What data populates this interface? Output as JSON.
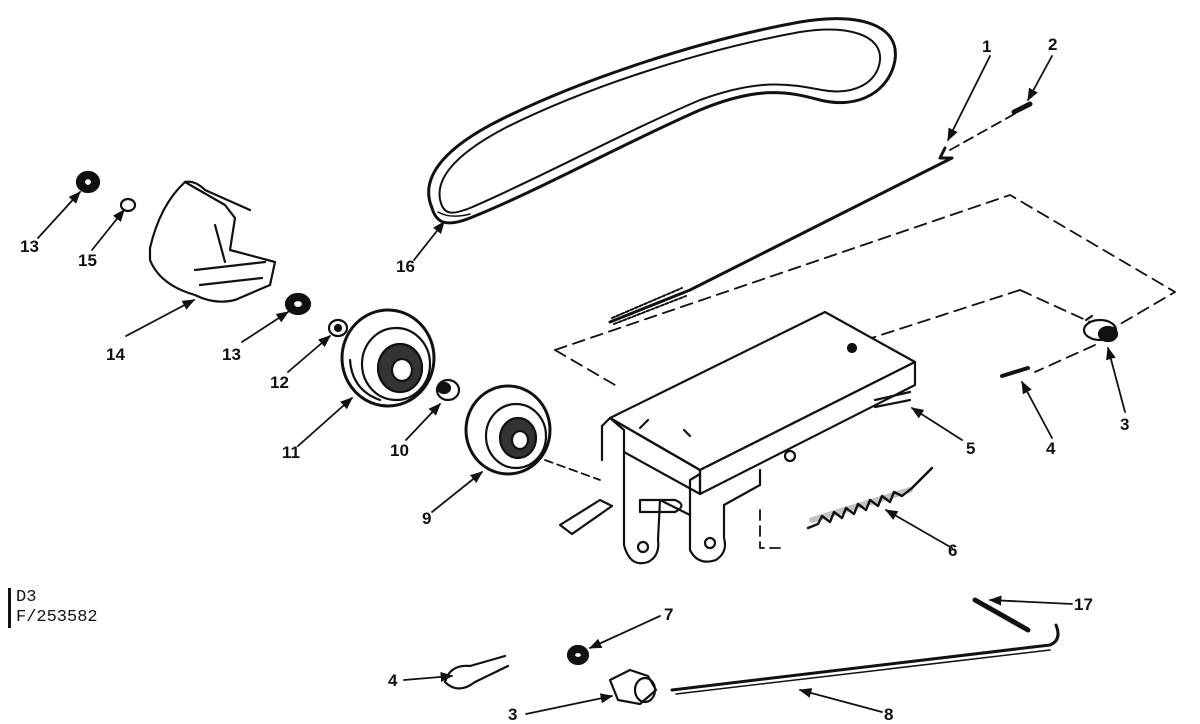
{
  "drawing": {
    "code_line1": "D3",
    "code_line2": "F/253582"
  },
  "callouts": [
    {
      "id": "c1",
      "label": "1"
    },
    {
      "id": "c2",
      "label": "2"
    },
    {
      "id": "c3a",
      "label": "3"
    },
    {
      "id": "c4a",
      "label": "4"
    },
    {
      "id": "c5",
      "label": "5"
    },
    {
      "id": "c6",
      "label": "6"
    },
    {
      "id": "c7",
      "label": "7"
    },
    {
      "id": "c8",
      "label": "8"
    },
    {
      "id": "c9",
      "label": "9"
    },
    {
      "id": "c10",
      "label": "10"
    },
    {
      "id": "c11",
      "label": "11"
    },
    {
      "id": "c12",
      "label": "12"
    },
    {
      "id": "c13a",
      "label": "13"
    },
    {
      "id": "c13b",
      "label": "13"
    },
    {
      "id": "c14",
      "label": "14"
    },
    {
      "id": "c15",
      "label": "15"
    },
    {
      "id": "c16",
      "label": "16"
    },
    {
      "id": "c17",
      "label": "17"
    },
    {
      "id": "c4b",
      "label": "4"
    },
    {
      "id": "c3b",
      "label": "3"
    }
  ]
}
